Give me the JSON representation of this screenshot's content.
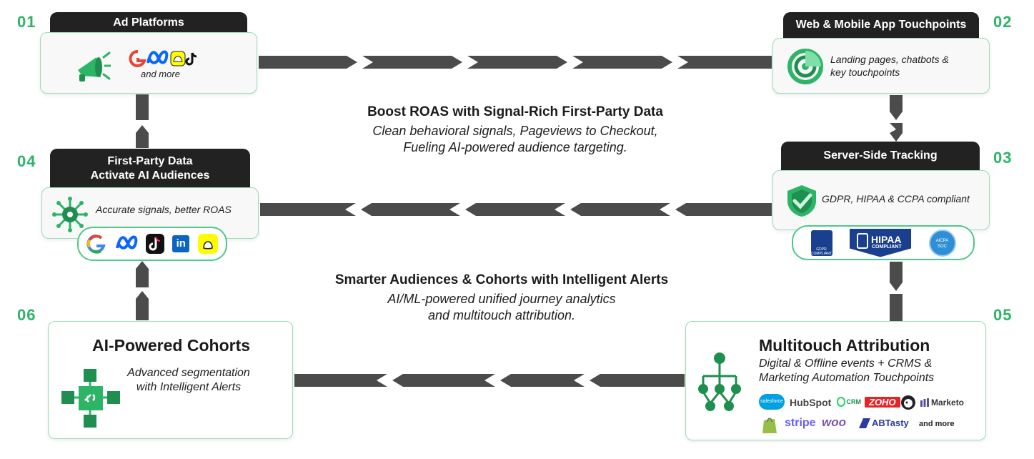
{
  "numbers": {
    "n01": "01",
    "n02": "02",
    "n03": "03",
    "n04": "04",
    "n05": "05",
    "n06": "06"
  },
  "ad_platforms": {
    "header": "Ad Platforms",
    "more": "and more",
    "icons": [
      "megaphone-icon",
      "google-icon",
      "meta-icon",
      "snapchat-icon",
      "tiktok-icon"
    ]
  },
  "web_touchpoints": {
    "header": "Web & Mobile App Touchpoints",
    "line1": "Landing pages, chatbots &",
    "line2": "key touchpoints"
  },
  "server_side": {
    "header": "Server-Side Tracking",
    "text": "GDPR, HIPAA & CCPA compliant",
    "badges": {
      "gdpr": "GDPR COMPLIANT",
      "hipaa": "HIPAA",
      "hipaa_sub": "COMPLIANT",
      "aicpa": "AICPA",
      "soc": "SOC"
    }
  },
  "first_party": {
    "header_line1": "First-Party Data",
    "header_line2": "Activate AI Audiences",
    "text": "Accurate signals, better ROAS",
    "logos": [
      "google-icon",
      "meta-icon",
      "tiktok-icon",
      "linkedin-icon",
      "snapchat-icon"
    ],
    "linkedin": "in"
  },
  "center_top": {
    "title": "Boost ROAS with Signal-Rich First-Party Data",
    "line1": "Clean behavioral signals, Pageviews to Checkout,",
    "line2": "Fueling AI-powered audience targeting."
  },
  "center_mid": {
    "title": "Smarter Audiences & Cohorts with Intelligent Alerts",
    "line1": "AI/ML-powered unified journey analytics",
    "line2": "and multitouch attribution."
  },
  "cohorts": {
    "title": "AI-Powered Cohorts",
    "line1": "Advanced segmentation",
    "line2": "with Intelligent Alerts"
  },
  "attribution": {
    "title": "Multitouch Attribution",
    "line1": "Digital & Offline events + CRMS &",
    "line2": "Marketing Automation Touchpoints",
    "row1": {
      "salesforce": "salesforce",
      "hubspot": "HubSpot",
      "crm": "CRM",
      "zoho": "ZOHO",
      "marketo": "Marketo"
    },
    "row2": {
      "stripe": "stripe",
      "woo": "woo",
      "abtasty": "ABTasty",
      "more": "and more"
    }
  },
  "colors": {
    "green": "#2cb567",
    "dark": "#222222",
    "arrow": "#4a4a4a",
    "border": "#9fdcb6"
  }
}
